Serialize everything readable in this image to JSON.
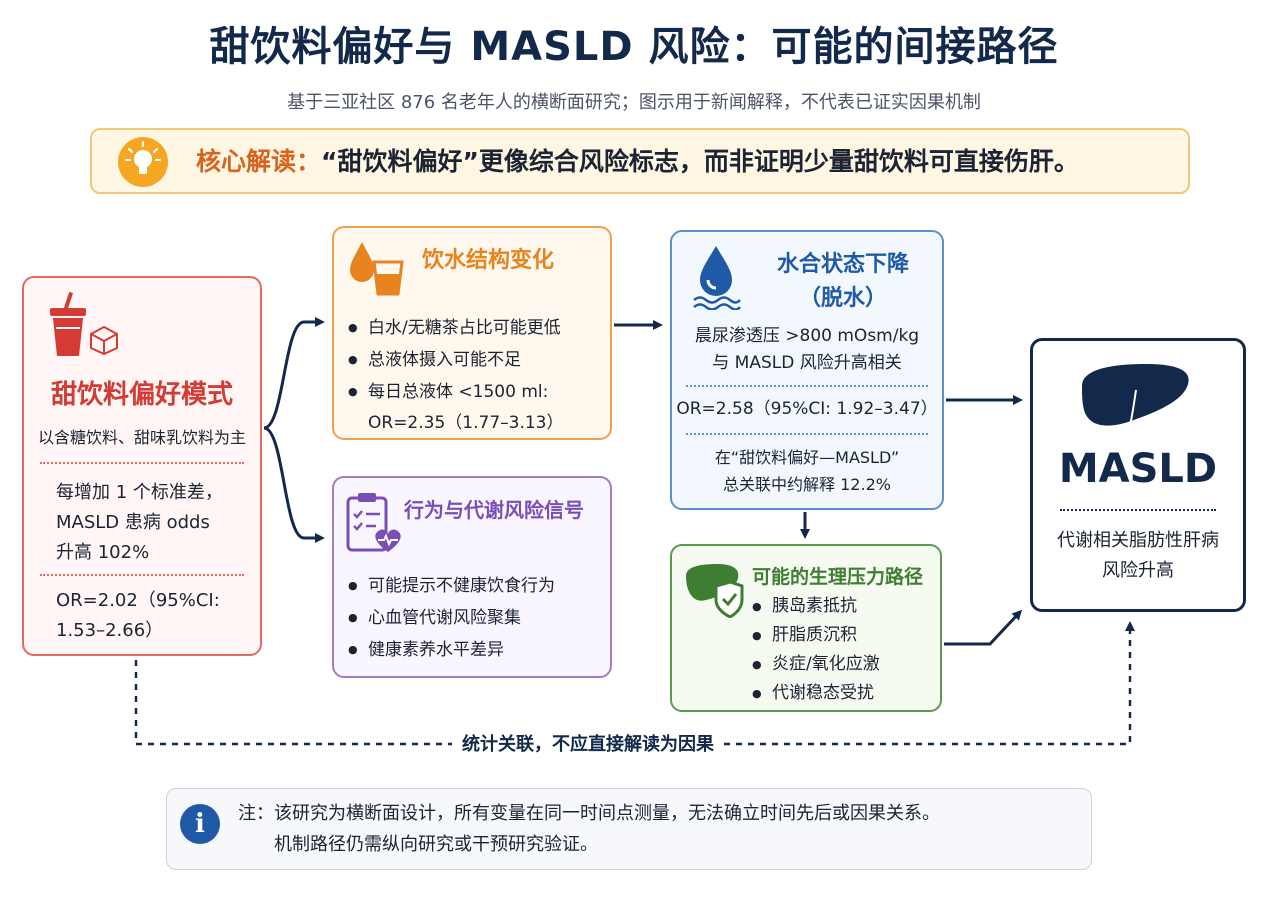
{
  "header": {
    "title": "甜饮料偏好与 MASLD 风险：可能的间接路径",
    "subtitle": "基于三亚社区 876 名老年人的横断面研究；图示用于新闻解释，不代表已证实因果机制"
  },
  "key": {
    "label": "核心解读：",
    "text": "“甜饮料偏好”更像综合风险标志，而非证明少量甜饮料可直接伤肝。"
  },
  "pattern": {
    "title": "甜饮料偏好模式",
    "subtitle": "以含糖饮料、甜味乳饮料为主",
    "effect": [
      "每增加 1 个标准差，",
      "MASLD 患病 odds",
      "升高 102%"
    ],
    "or": [
      "OR=2.02（95%CI:",
      "1.53–2.66）"
    ]
  },
  "water": {
    "title": "饮水结构变化",
    "items": [
      "白水/无糖茶占比可能更低",
      "总液体摄入可能不足",
      "每日总液体 <1500 ml:"
    ],
    "item3_cont": "OR=2.35（1.77–3.13）"
  },
  "behavior": {
    "title": "行为与代谢风险信号",
    "items": [
      "可能提示不健康饮食行为",
      "心血管代谢风险聚集",
      "健康素养水平差异"
    ]
  },
  "hydration": {
    "title": [
      "水合状态下降",
      "（脱水）"
    ],
    "line1": "晨尿渗透压 >800 mOsm/kg",
    "line2": "与 MASLD 风险升高相关",
    "or": "OR=2.58（95%CI: 1.92–3.47）",
    "med1": "在“甜饮料偏好—MASLD”",
    "med2": "总关联中约解释 12.2%"
  },
  "physio": {
    "title": "可能的生理压力路径",
    "items": [
      "胰岛素抵抗",
      "肝脂质沉积",
      "炎症/氧化应激",
      "代谢稳态受扰"
    ]
  },
  "outcome": {
    "name": "MASLD",
    "desc": [
      "代谢相关脂肪性肝病",
      "风险升高"
    ]
  },
  "dashed_label": "统计关联，不应直接解读为因果",
  "note": {
    "line1": "注：该研究为横断面设计，所有变量在同一时间点测量，无法确立时间先后或因果关系。",
    "line2": "机制路径仍需纵向研究或干预研究验证。"
  },
  "colors": {
    "navy": "#13294b",
    "red": "#d33b34",
    "orange": "#e8841f",
    "purple": "#7a4fb5",
    "blue": "#1f5aa6",
    "green": "#3f7d32",
    "amber": "#f5a623"
  },
  "icons": [
    "lightbulb-icon",
    "sweet-drink-icon",
    "sugar-cube-icon",
    "water-glass-icon",
    "water-drop-icon",
    "clipboard-heart-icon",
    "liver-shield-icon",
    "liver-icon",
    "info-icon"
  ]
}
